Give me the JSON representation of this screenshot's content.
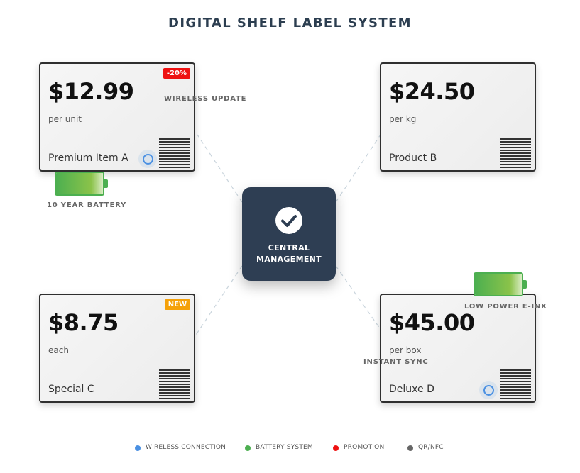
{
  "title": "DIGITAL SHELF LABEL SYSTEM",
  "hub": {
    "line1": "CENTRAL",
    "line2": "MANAGEMENT",
    "icon": "check-icon"
  },
  "labels": [
    {
      "price": "$12.99",
      "unit": "per unit",
      "name": "Premium Item A",
      "badge": "-20%"
    },
    {
      "price": "$24.50",
      "unit": "per kg",
      "name": "Product B"
    },
    {
      "price": "$8.75",
      "unit": "each",
      "name": "Special C",
      "badge": "NEW"
    },
    {
      "price": "$45.00",
      "unit": "per box",
      "name": "Deluxe D"
    }
  ],
  "features": {
    "wireless_update": "WIRELESS UPDATE",
    "battery": "10 YEAR BATTERY",
    "low_power": "LOW POWER E-INK",
    "instant_sync": "INSTANT SYNC"
  },
  "legend": [
    {
      "label": "WIRELESS CONNECTION",
      "color": "#4a90e2"
    },
    {
      "label": "BATTERY SYSTEM",
      "color": "#4caf50"
    },
    {
      "label": "PROMOTION",
      "color": "#ee1111"
    },
    {
      "label": "QR/NFC",
      "color": "#666666"
    }
  ],
  "colors": {
    "hub": "#2e3e53",
    "title": "#2c3e50",
    "promo_badge": "#ee1111",
    "new_badge": "#f5a10a",
    "battery": "#4caf50"
  }
}
